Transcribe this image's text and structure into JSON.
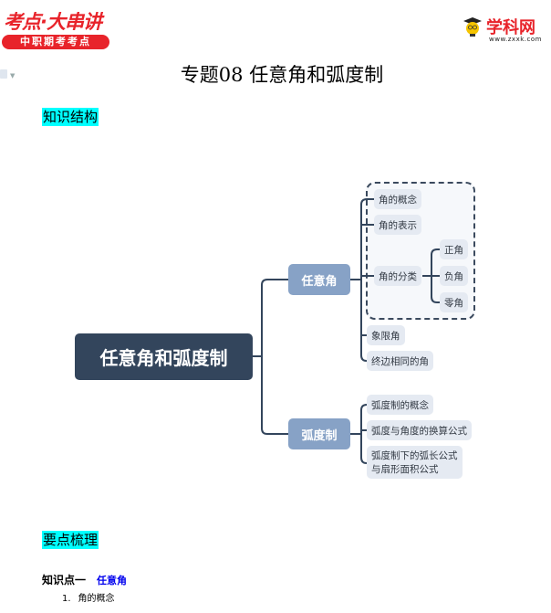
{
  "header": {
    "left_logo": {
      "main": "考点·大串讲",
      "tagline": "中职期考考点"
    },
    "right_logo": {
      "name": "学科网",
      "url": "www.zxxk.com",
      "icon": "graduate-mascot-icon"
    }
  },
  "title": "专题08  任意角和弧度制",
  "sections": {
    "structure": "知识结构",
    "summary": "要点梳理"
  },
  "mindmap": {
    "root": "任意角和弧度制",
    "branches": [
      {
        "label": "任意角",
        "children": [
          {
            "label": "角的概念"
          },
          {
            "label": "角的表示"
          },
          {
            "label": "角的分类",
            "children": [
              "正角",
              "负角",
              "零角"
            ]
          },
          {
            "label": "象限角"
          },
          {
            "label": "终边相同的角"
          }
        ]
      },
      {
        "label": "弧度制",
        "children": [
          {
            "label": "弧度制的概念"
          },
          {
            "label": "弧度与角度的换算公式"
          },
          {
            "label": "弧度制下的弧长公式",
            "label2": "与扇形面积公式"
          }
        ]
      }
    ]
  },
  "knowledge_point": {
    "label": "知识点一",
    "topic": "任意角"
  },
  "list": [
    {
      "num": "1.",
      "text": "角的概念"
    }
  ],
  "colors": {
    "highlight": "#00ffff",
    "root": "#33455c",
    "branch": "#87a2c6",
    "leaf": "#e5eaf2",
    "brand_red": "#e8232a",
    "link_blue": "#0000ee"
  }
}
